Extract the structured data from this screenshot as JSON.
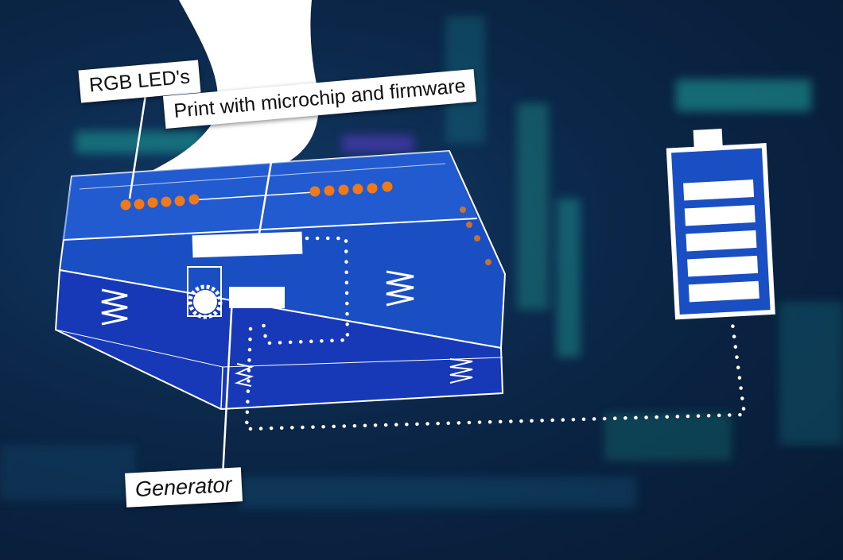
{
  "labels": {
    "rgb_leds": "RGB LED's",
    "print_microchip": "Print with microchip and firmware",
    "generator": "Generator"
  },
  "colors": {
    "background": "#0b2647",
    "device_blue": "#1a4fc4",
    "led_orange": "#f07a1a",
    "label_bg": "#ffffff"
  },
  "icons": {
    "battery": "battery-icon",
    "gear": "gear-icon",
    "springs": "spring-icon",
    "foot": "foot-silhouette"
  },
  "battery": {
    "segments_filled": 5,
    "segments_total": 5
  }
}
